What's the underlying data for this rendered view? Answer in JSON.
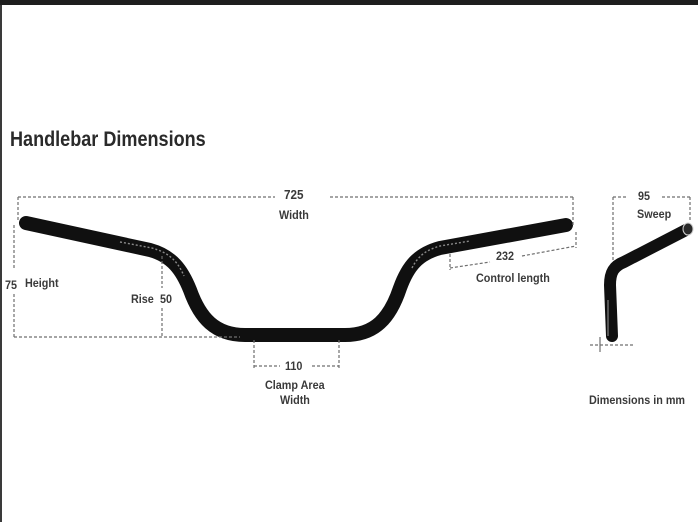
{
  "title": "Handlebar Dimensions",
  "width": {
    "value": "725",
    "label": "Width"
  },
  "height": {
    "value": "75",
    "label": "Height"
  },
  "rise": {
    "label": "Rise",
    "value": "50"
  },
  "control_length": {
    "value": "232",
    "label": "Control length"
  },
  "clamp": {
    "value": "110",
    "label_line1": "Clamp Area",
    "label_line2": "Width"
  },
  "sweep": {
    "value": "95",
    "label": "Sweep"
  },
  "units_note": "Dimensions in mm",
  "colors": {
    "bar": "#101010",
    "dim_line": "#6f6f6f",
    "text": "#3a3a3a",
    "frame": "#1e1e1e"
  }
}
